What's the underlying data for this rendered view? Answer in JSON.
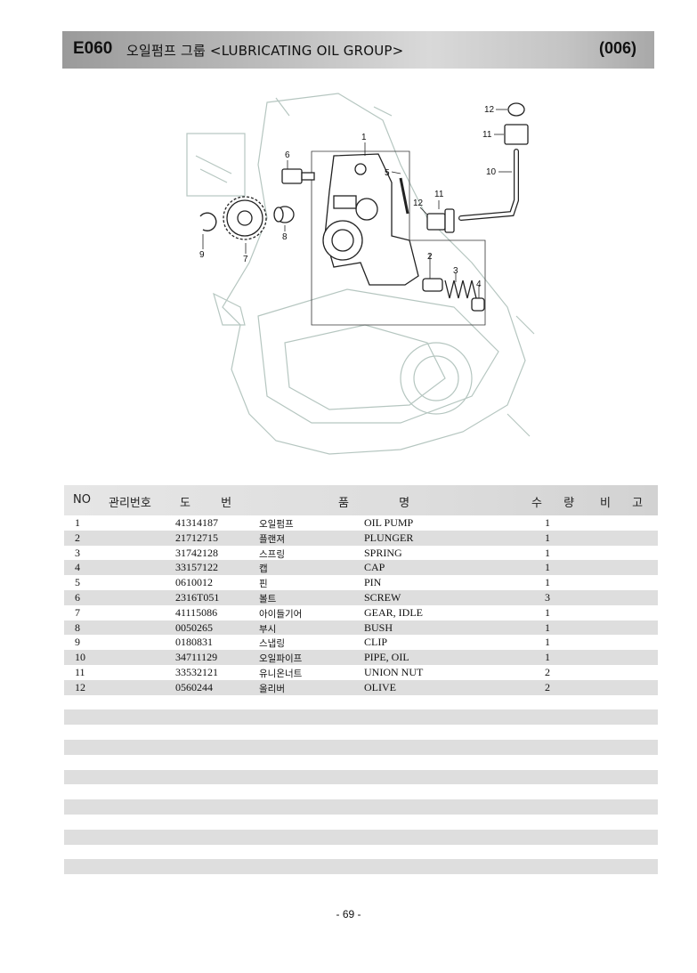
{
  "header": {
    "code": "E060",
    "title": "오일펌프 그룹 <LUBRICATING OIL GROUP>",
    "page_code": "(006)"
  },
  "diagram": {
    "callouts": [
      "1",
      "2",
      "3",
      "4",
      "5",
      "6",
      "7",
      "8",
      "9",
      "10",
      "11",
      "12",
      "11",
      "12"
    ]
  },
  "table": {
    "headers": {
      "no": "NO",
      "mgmt": "관리번호",
      "drawing": "도 번",
      "name": "품 명",
      "qty": "수 량",
      "remark": "비 고"
    },
    "rows": [
      {
        "no": "1",
        "part": "41314187",
        "ko": "오일펌프",
        "en": "OIL PUMP",
        "qty": "1"
      },
      {
        "no": "2",
        "part": "21712715",
        "ko": "플랜져",
        "en": "PLUNGER",
        "qty": "1"
      },
      {
        "no": "3",
        "part": "31742128",
        "ko": "스프링",
        "en": "SPRING",
        "qty": "1"
      },
      {
        "no": "4",
        "part": "33157122",
        "ko": "캡",
        "en": "CAP",
        "qty": "1"
      },
      {
        "no": "5",
        "part": "0610012",
        "ko": "핀",
        "en": "PIN",
        "qty": "1"
      },
      {
        "no": "6",
        "part": "2316T051",
        "ko": "볼트",
        "en": "SCREW",
        "qty": "3"
      },
      {
        "no": "7",
        "part": "41115086",
        "ko": "아이들기어",
        "en": "GEAR, IDLE",
        "qty": "1"
      },
      {
        "no": "8",
        "part": "0050265",
        "ko": "부시",
        "en": "BUSH",
        "qty": "1"
      },
      {
        "no": "9",
        "part": "0180831",
        "ko": "스냅링",
        "en": "CLIP",
        "qty": "1"
      },
      {
        "no": "10",
        "part": "34711129",
        "ko": "오일파이프",
        "en": "PIPE, OIL",
        "qty": "1"
      },
      {
        "no": "11",
        "part": "33532121",
        "ko": "유니온너트",
        "en": "UNION NUT",
        "qty": "2"
      },
      {
        "no": "12",
        "part": "0560244",
        "ko": "올리버",
        "en": "OLIVE",
        "qty": "2"
      },
      {
        "no": "",
        "part": "",
        "ko": "",
        "en": "",
        "qty": ""
      },
      {
        "no": "",
        "part": "",
        "ko": "",
        "en": "",
        "qty": ""
      },
      {
        "no": "",
        "part": "",
        "ko": "",
        "en": "",
        "qty": ""
      },
      {
        "no": "",
        "part": "",
        "ko": "",
        "en": "",
        "qty": ""
      },
      {
        "no": "",
        "part": "",
        "ko": "",
        "en": "",
        "qty": ""
      },
      {
        "no": "",
        "part": "",
        "ko": "",
        "en": "",
        "qty": ""
      },
      {
        "no": "",
        "part": "",
        "ko": "",
        "en": "",
        "qty": ""
      },
      {
        "no": "",
        "part": "",
        "ko": "",
        "en": "",
        "qty": ""
      },
      {
        "no": "",
        "part": "",
        "ko": "",
        "en": "",
        "qty": ""
      },
      {
        "no": "",
        "part": "",
        "ko": "",
        "en": "",
        "qty": ""
      },
      {
        "no": "",
        "part": "",
        "ko": "",
        "en": "",
        "qty": ""
      },
      {
        "no": "",
        "part": "",
        "ko": "",
        "en": "",
        "qty": ""
      },
      {
        "no": "",
        "part": "",
        "ko": "",
        "en": "",
        "qty": ""
      }
    ]
  },
  "footer": {
    "page_number": "- 69 -"
  }
}
